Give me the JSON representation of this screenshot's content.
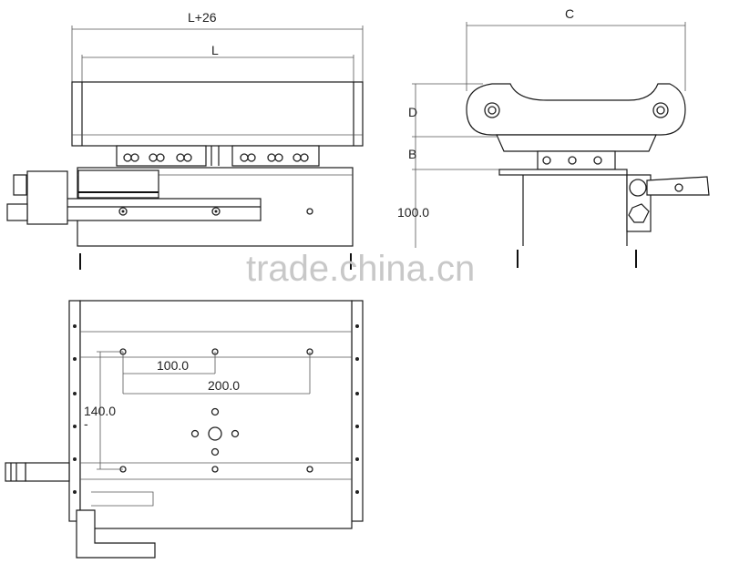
{
  "dimensions": {
    "front_overall": "L+26",
    "front_inner": "L",
    "side_width": "C",
    "side_height_d": "D",
    "side_height_b": "B",
    "side_length": "100.0",
    "plan_x1": "100.0",
    "plan_x2": "200.0",
    "plan_y": "140.0",
    "plan_dash": "-"
  },
  "watermark": "trade.china.cn",
  "colors": {
    "line": "#1a1a1a",
    "watermark": "#c8c8c8"
  }
}
